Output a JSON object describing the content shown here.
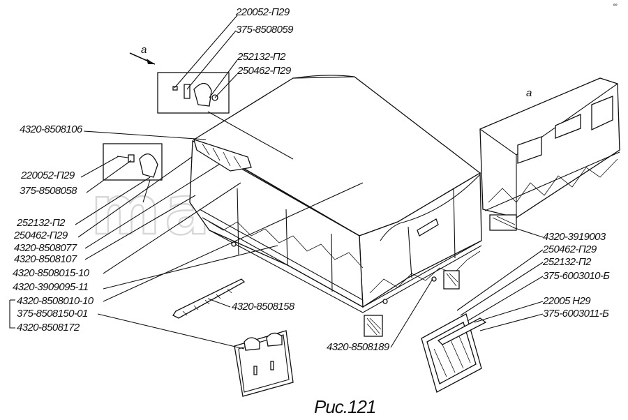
{
  "watermark": "mazik.by",
  "caption": "Рис.121",
  "corner_mark": "°°",
  "view_marks": {
    "view_arrow": "a",
    "view_label": "a"
  },
  "callouts": {
    "top_1": "220052-П29",
    "top_2": "375-8508059",
    "top_3": "252132-П2",
    "top_4": "250462-П29",
    "left_1": "4320-8508106",
    "left_2": "220052-П29",
    "left_3": "375-8508058",
    "left_4": "252132-П2",
    "left_5": "250462-П29",
    "left_6": "4320-8508077",
    "left_7": "4320-8508107",
    "left_8": "4320-8508015-10",
    "left_9": "4320-3909095-11",
    "left_10": "4320-8508010-10",
    "left_11": "375-8508150-01",
    "left_12": "4320-8508172",
    "mid_strap": "4320-8508158",
    "bottom_mid": "4320-8508189",
    "right_1": "4320-3919003",
    "right_2": "250462-П29",
    "right_3": "252132-П2",
    "right_4": "375-6003010-Б",
    "right_5": "22005 Н29",
    "right_6": "375-6003011-Б"
  }
}
